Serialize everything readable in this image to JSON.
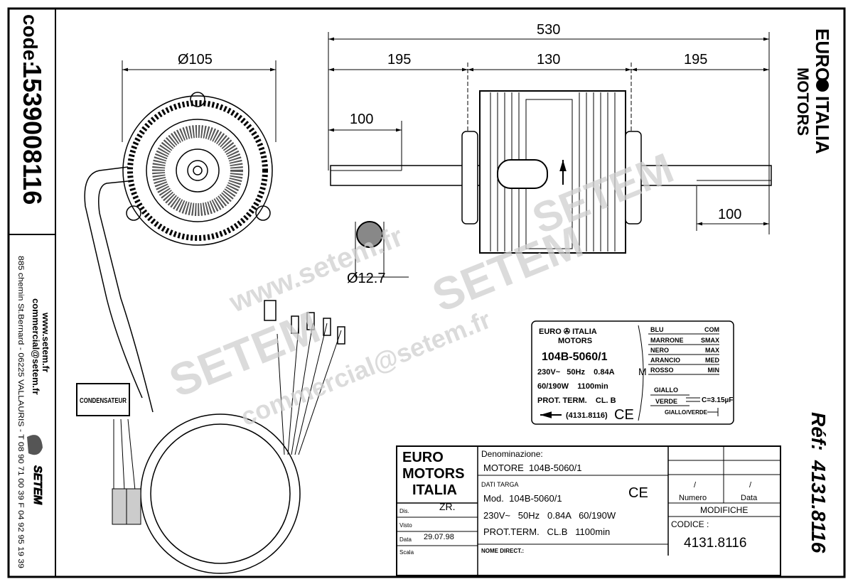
{
  "code_box": {
    "label": "code:",
    "value": "1539008116"
  },
  "company": {
    "website": "www.setem.fr",
    "email": "commercial@setem.fr",
    "address": "885 chemin St.Bernard  -  06225 VALLAURIS  -  T 08 90 71 00 39  F 04 92 95 19 39",
    "logo_text": "SETEM"
  },
  "brand_logo": {
    "line1": "EURO",
    "line2": "ITALIA",
    "line3": "MOTORS",
    "copyright": "©"
  },
  "reference": {
    "label": "Réf:",
    "value": "4131.8116"
  },
  "dimensions": {
    "front_diameter": "Ø105",
    "total_length": "530",
    "left_shaft": "195",
    "body": "130",
    "right_shaft": "195",
    "left_flat": "100",
    "right_flat": "100",
    "shaft_diameter": "Ø12.7"
  },
  "capacitor_label": "CONDENSATEUR",
  "watermarks": [
    "SETEM",
    "www.setem.fr",
    "SETEM",
    "commercial@setem.fr",
    "SETEM"
  ],
  "nameplate": {
    "brand_line1": "EURO ✇ ITALIA",
    "brand_line2": "MOTORS",
    "model": "104B-5060/1",
    "line1": "230V~   50Hz    0.84A",
    "line2": "60/190W    1100min",
    "line3": "PROT. TERM.    CL. B",
    "code": "(4131.8116)",
    "ce": "CE",
    "motor_symbol": "M",
    "wires": [
      {
        "color": "BLU",
        "speed": "COM"
      },
      {
        "color": "MARRONE",
        "speed": "SMAX"
      },
      {
        "color": "NERO",
        "speed": "MAX"
      },
      {
        "color": "ARANCIO",
        "speed": "MED"
      },
      {
        "color": "ROSSO",
        "speed": "MIN"
      }
    ],
    "cap_wire1": "GIALLO",
    "cap_wire2": "VERDE",
    "capacitance": "C=3.15µF",
    "ground": "GIALLO/VERDE"
  },
  "title_block": {
    "logo_line1": "EURO",
    "logo_line2": "MOTORS",
    "logo_line3": "ITALIA",
    "dis_label": "Dis.",
    "dis_value": "ZR.",
    "visto_label": "Visto",
    "data_label": "Data",
    "data_value": "29.07.98",
    "scala_label": "Scala",
    "denominazione_label": "Denominazione:",
    "denominazione_value": "MOTORE  104B-5060/1",
    "dati_targa": "DATI TARGA",
    "mod": "Mod.  104B-5060/1",
    "specs": "230V~   50Hz   0.84A   60/190W",
    "prot": "PROT.TERM.   CL.B   1100min",
    "ce": "CE",
    "nome_direct": "NOME DIRECT.:",
    "slash1": "/",
    "slash2": "/",
    "numero": "Numero",
    "data_col": "Data",
    "modifiche": "MODIFICHE",
    "codice_label": "CODICE :",
    "codice_value": "4131.8116"
  }
}
